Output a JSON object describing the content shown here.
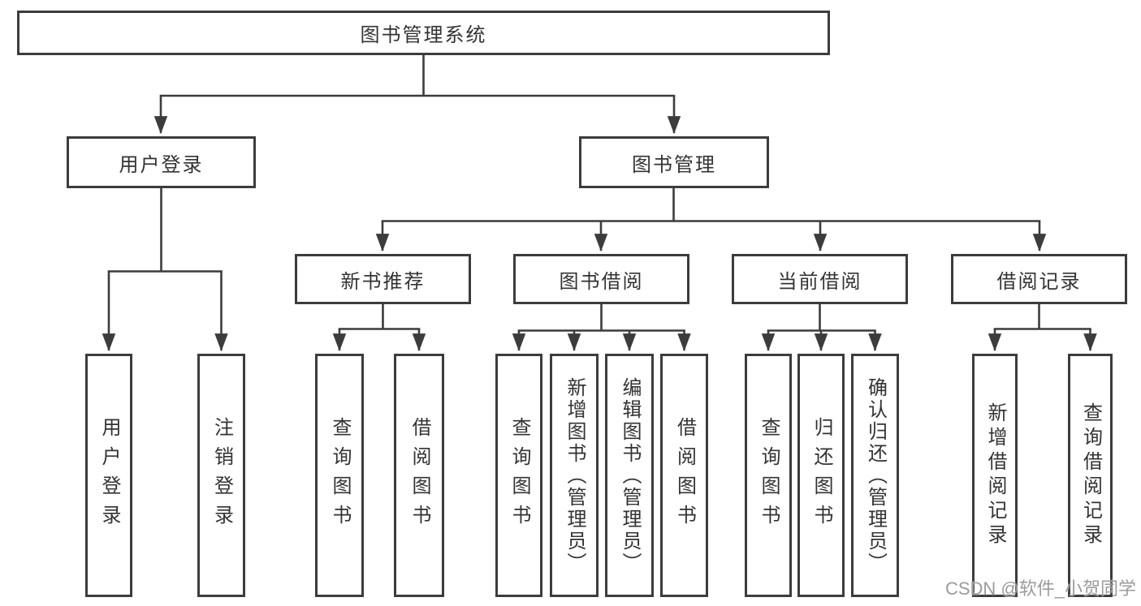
{
  "diagram_title": "图书管理系统",
  "tree": {
    "label": "图书管理系统",
    "children": [
      {
        "label": "用户登录",
        "children": [
          {
            "label": "用户登录"
          },
          {
            "label": "注销登录"
          }
        ]
      },
      {
        "label": "图书管理",
        "children": [
          {
            "label": "新书推荐",
            "children": [
              {
                "label": "查询图书"
              },
              {
                "label": "借阅图书"
              }
            ]
          },
          {
            "label": "图书借阅",
            "children": [
              {
                "label": "查询图书"
              },
              {
                "label": "新增图书（管理员）"
              },
              {
                "label": "编辑图书（管理员）"
              },
              {
                "label": "借阅图书"
              }
            ]
          },
          {
            "label": "当前借阅",
            "children": [
              {
                "label": "查询图书"
              },
              {
                "label": "归还图书"
              },
              {
                "label": "确认归还（管理员）"
              }
            ]
          },
          {
            "label": "借阅记录",
            "children": [
              {
                "label": "新增借阅记录"
              },
              {
                "label": "查询借阅记录"
              }
            ]
          }
        ]
      }
    ]
  },
  "watermark": {
    "text": "CSDN @软件_小贺同学"
  },
  "colors": {
    "line": "#3c3c3c",
    "box_border": "#3c3c3c",
    "text": "#333333",
    "watermark": "#9b9b9b",
    "background": "#ffffff"
  }
}
